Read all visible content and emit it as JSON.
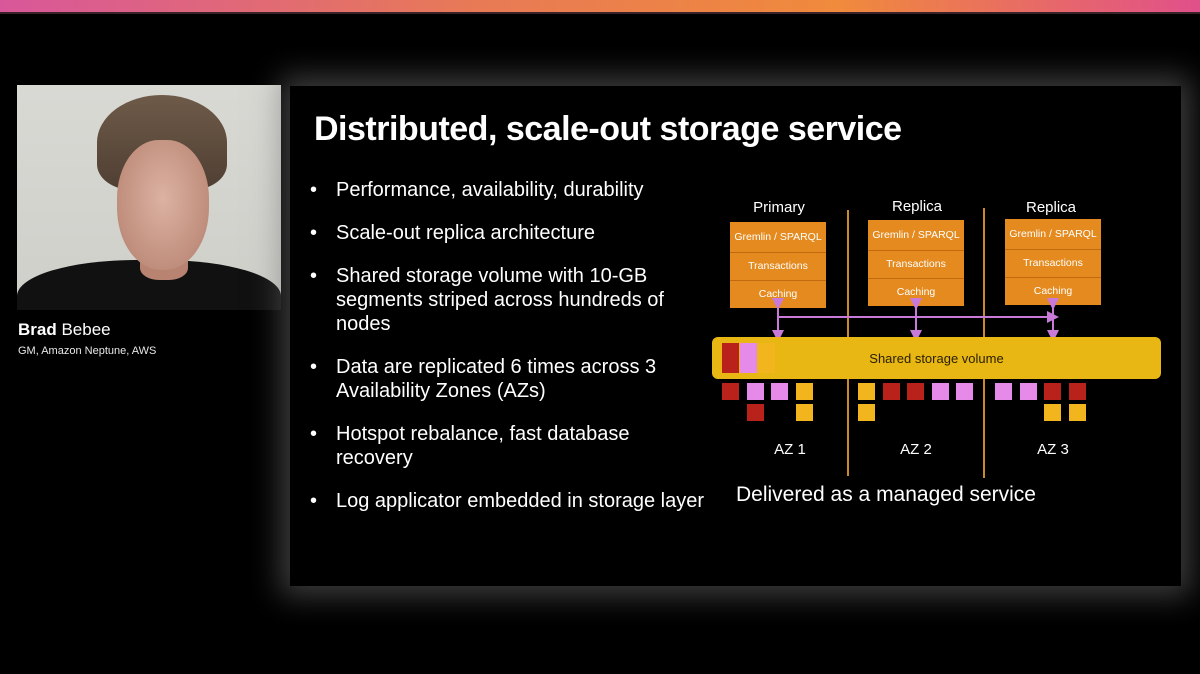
{
  "speaker": {
    "first_name": "Brad",
    "last_name": "Bebee",
    "title": "GM, Amazon Neptune, AWS"
  },
  "slide": {
    "title": "Distributed, scale-out storage service",
    "bullets": [
      "Performance, availability, durability",
      "Scale-out replica architecture",
      "Shared storage volume with 10-GB segments striped across hundreds of nodes",
      "Data are replicated 6 times across 3 Availability Zones (AZs)",
      "Hotspot rebalance, fast database recovery",
      "Log applicator embedded in storage layer"
    ],
    "diagram": {
      "columns": [
        {
          "label": "Primary",
          "layers": [
            "Gremlin / SPARQL",
            "Transactions",
            "Caching"
          ]
        },
        {
          "label": "Replica",
          "layers": [
            "Gremlin / SPARQL",
            "Transactions",
            "Caching"
          ]
        },
        {
          "label": "Replica",
          "layers": [
            "Gremlin / SPARQL",
            "Transactions",
            "Caching"
          ]
        }
      ],
      "storage_label": "Shared storage volume",
      "az_labels": [
        "AZ 1",
        "AZ 2",
        "AZ 3"
      ],
      "footer": "Delivered as a managed service",
      "colors": {
        "engine": "#e48a1e",
        "storage": "#e8b714",
        "red": "#b8221a",
        "pink": "#e58ae8",
        "yellow": "#f2b51e",
        "link": "#c77ad8",
        "divider": "#c98a2a"
      }
    }
  }
}
